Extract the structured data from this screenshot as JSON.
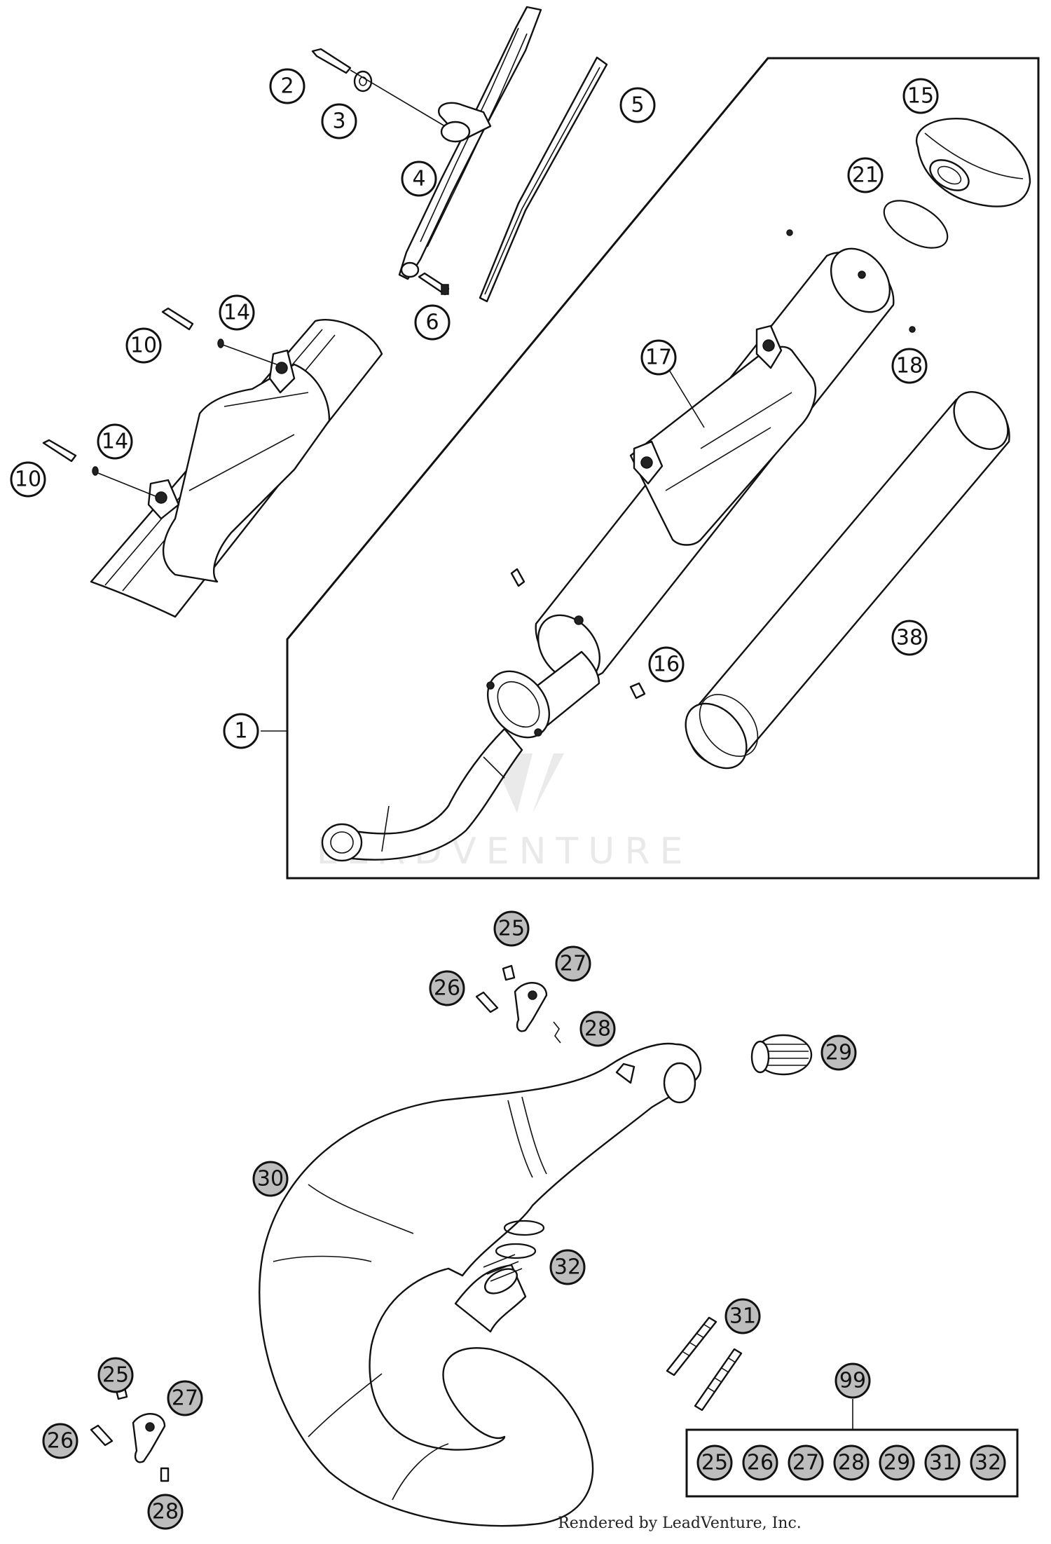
{
  "callouts": {
    "c1": "1",
    "c2": "2",
    "c3": "3",
    "c4": "4",
    "c5": "5",
    "c6": "6",
    "c10a": "10",
    "c10b": "10",
    "c14a": "14",
    "c14b": "14",
    "c15": "15",
    "c16": "16",
    "c17": "17",
    "c18": "18",
    "c21": "21",
    "c38": "38",
    "c25a": "25",
    "c26a": "26",
    "c27a": "27",
    "c28a": "28",
    "c29": "29",
    "c30": "30",
    "c31": "31",
    "c32": "32",
    "c25b": "25",
    "c26b": "26",
    "c27b": "27",
    "c28b": "28",
    "c99": "99"
  },
  "kit_items": [
    "25",
    "26",
    "27",
    "28",
    "29",
    "31",
    "32"
  ],
  "watermark": "LEADVENTURE",
  "credit": "Rendered by LeadVenture, Inc."
}
